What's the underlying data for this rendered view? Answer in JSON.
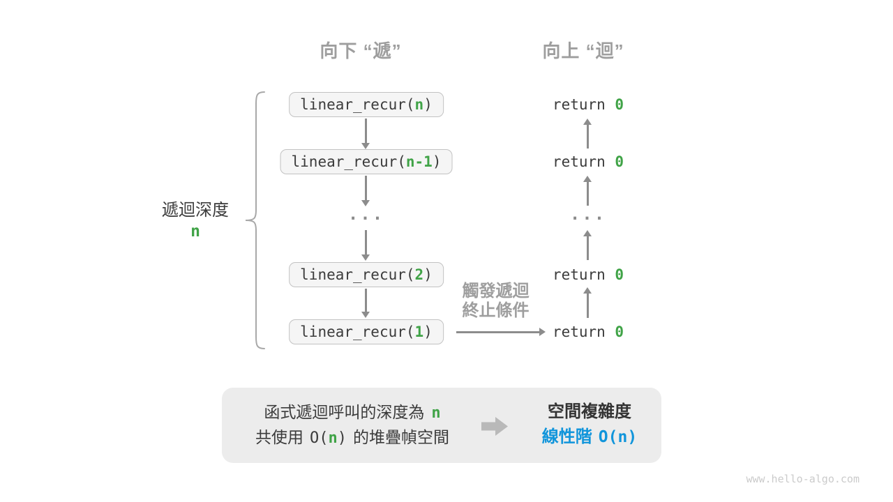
{
  "colors": {
    "green": "#40a347",
    "blue": "#1195db",
    "label_gray": "#9e9e9e",
    "dark_text": "#3b3b3b",
    "arrow_gray": "#8c8c8c",
    "box_fill": "#f5f5f5",
    "box_border": "#c2c2c2",
    "summary_fill": "#ececec"
  },
  "headers": {
    "descend": "向下 “遞”",
    "ascend": "向上 “迴”"
  },
  "depth_label": {
    "text": "遞迴深度",
    "value": "n"
  },
  "call_stack": {
    "boxes": [
      {
        "prefix": "linear_recur(",
        "arg": "n",
        "suffix": ")"
      },
      {
        "prefix": "linear_recur(",
        "arg": "n-1",
        "suffix": ")"
      },
      {
        "prefix": "linear_recur(",
        "arg": "2",
        "suffix": ")"
      },
      {
        "prefix": "linear_recur(",
        "arg": "1",
        "suffix": ")"
      }
    ],
    "ellipsis": "..."
  },
  "returns": {
    "keyword": "return",
    "value": "0",
    "ellipsis": "..."
  },
  "trigger_label": {
    "line1": "觸發遞迴",
    "line2": "終止條件"
  },
  "summary": {
    "line1": {
      "text": "函式遞迴呼叫的深度為",
      "value": "n"
    },
    "line2": {
      "pre": "共使用",
      "code_open": "O(",
      "code_arg": "n",
      "code_close": ")",
      "post": "的堆疊幀空間"
    },
    "title": "空間複雜度",
    "result": {
      "label": "線性階",
      "code": "O(n)"
    }
  },
  "watermark": "www.hello-algo.com"
}
